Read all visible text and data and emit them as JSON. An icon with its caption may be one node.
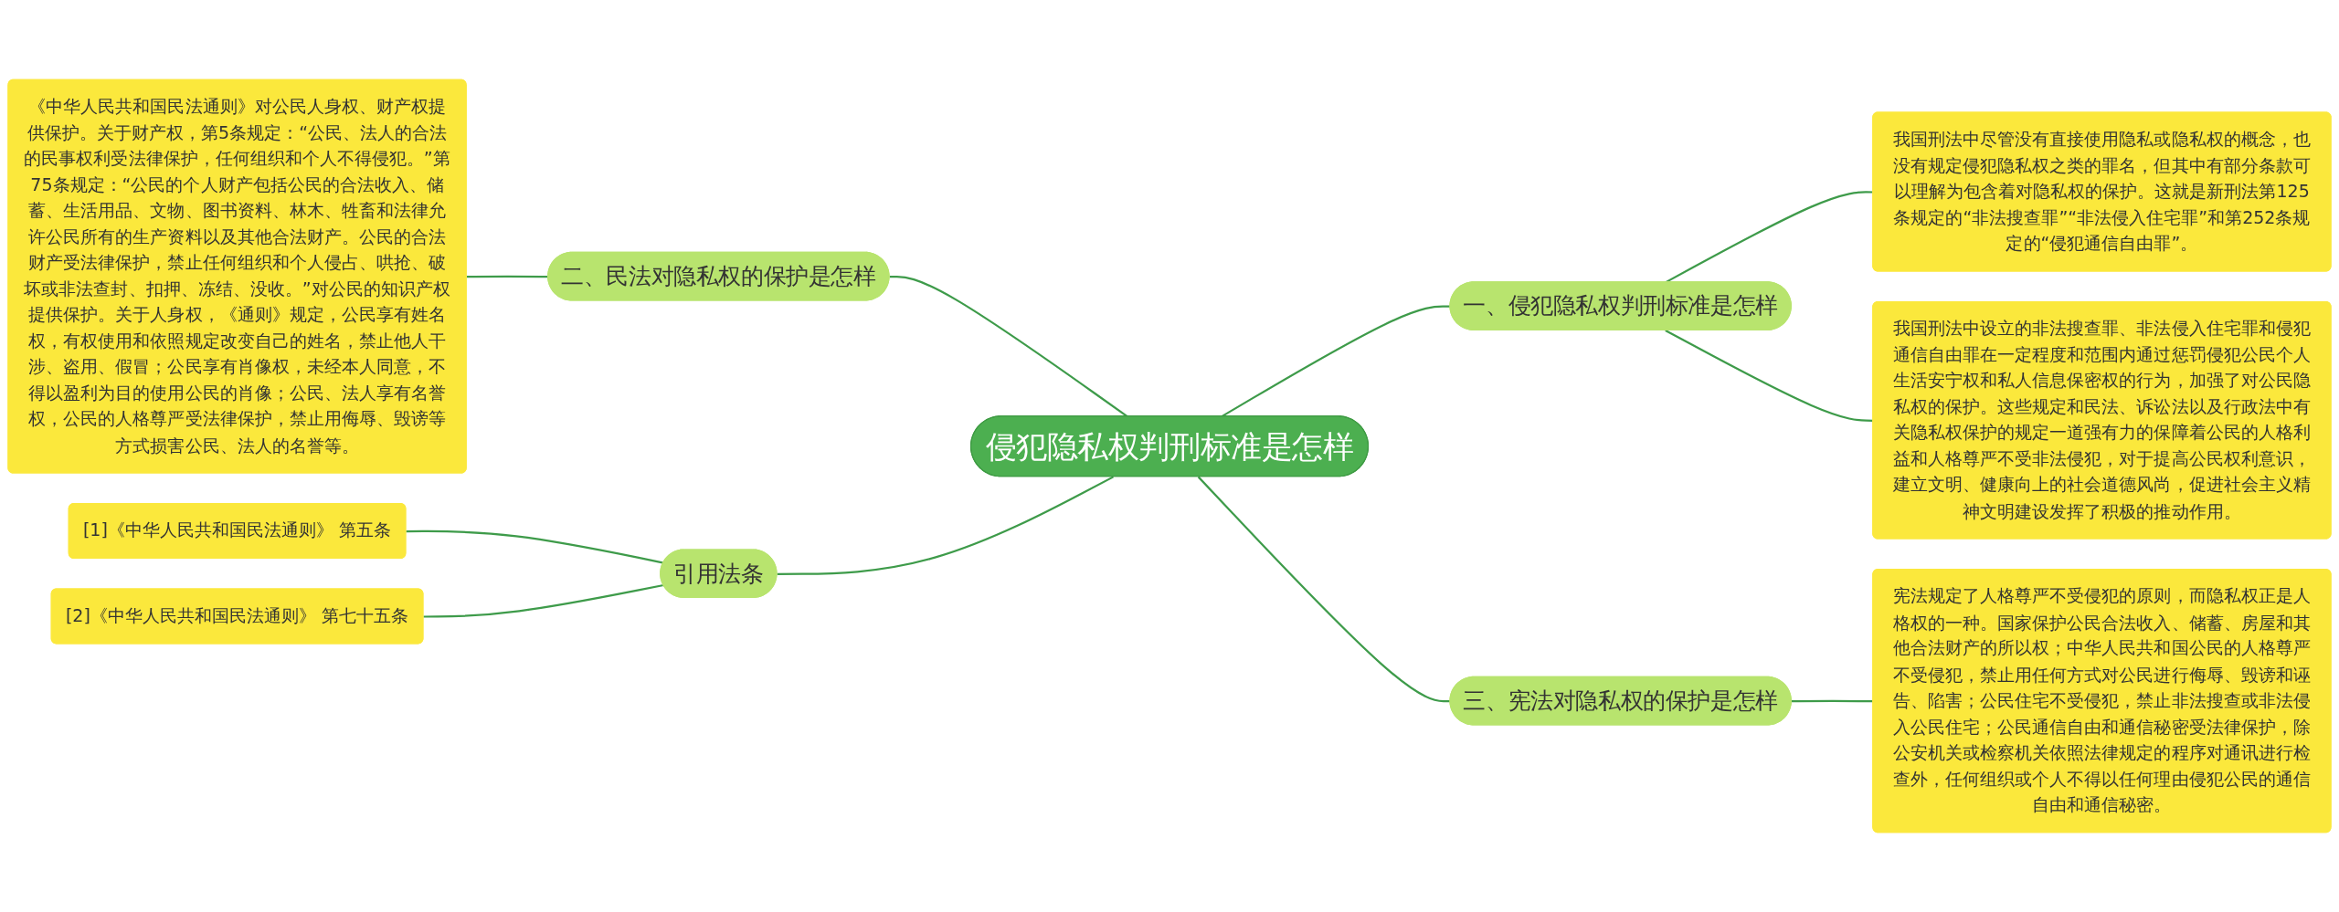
{
  "diagram": {
    "nodes": [
      {
        "text": [
          "侵犯隐私权判刑标准是怎样"
        ]
      },
      {
        "text": [
          "一、侵犯隐私权判刑标准是怎样"
        ]
      },
      {
        "text": [
          "我国刑法中尽管没有直接使用隐私或隐私权的概念，也没有规定侵犯隐私权之类的罪名，但其中有部分条款可以理解为包含着对隐私权的保护。这就是新刑法第125条规定的“非法搜查罪”“非法侵入住宅罪”和第252条规定的“侵犯通信自由罪”。"
        ]
      },
      {
        "text": [
          "我国刑法中设立的非法搜查罪、非法侵入住宅罪和侵犯通信自由罪在一定程度和范围内通过惩罚侵犯公民个人生活安宁权和私人信息保密权的行为，加强了对公民隐私权的保护。这些规定和民法、诉讼法以及行政法中有关隐私权保护的规定一道强有力的保障着公民的人格利益和人格尊严不受非法侵犯，对于提高公民权利意识，建立文明、健康向上的社会道德风尚，促进社会主义精神文明建设发挥了积极的推动作用。"
        ]
      },
      {
        "text": [
          "三、宪法对隐私权的保护是怎样"
        ]
      },
      {
        "text": [
          "宪法规定了人格尊严不受侵犯的原则，而隐私权正是人格权的一种。国家保护公民合法收入、储蓄、房屋和其他合法财产的所以权；中华人民共和国公民的人格尊严不受侵犯，禁止用任何方式对公民进行侮辱、毁谤和诬告、陷害；公民住宅不受侵犯，禁止非法搜查或非法侵入公民住宅；公民通信自由和通信秘密受法律保护，除公安机关或检察机关依照法律规定的程序对通讯进行检查外，任何组织或个人不得以任何理由侵犯公民的通信自由和通信秘密。"
        ]
      },
      {
        "text": [
          "二、民法对隐私权的保护是怎样"
        ]
      },
      {
        "text": [
          "《中华人民共和国民法通则》对公民人身权、财产权提供保护。关于财产权，第5条规定：“公民、法人的合法的民事权利受法律保护，任何组织和个人不得侵犯。”第75条规定：“公民的个人财产包括公民的合法收入、储蓄、生活用品、文物、图书资料、林木、牲畜和法律允许公民所有的生产资料以及其他合法财产。公民的合法财产受法律保护，禁止任何组织和个人侵占、哄抢、破坏或非法查封、扣押、冻结、没收。”对公民的知识产权提供保护。关于人身权，《通则》规定，公民享有姓名权，有权使用和依照规定改变自己的姓名，禁止他人干涉、盗用、假冒；公民享有肖像权，未经本人同意，不得以盈利为目的使用公民的肖像；公民、法人享有名誉权，公民的人格尊严受法律保护，禁止用侮辱、毁谤等方式损害公民、法人的名誉等。"
        ]
      },
      {
        "text": [
          "引用法条"
        ]
      },
      {
        "text": [
          "[1]《中华人民共和国民法通则》 第五条"
        ]
      },
      {
        "text": [
          "[2]《中华人民共和国民法通则》 第七十五条"
        ]
      }
    ],
    "edges": [
      {
        "from": 0,
        "to": 1,
        "arrow": "none"
      },
      {
        "from": 1,
        "to": 2,
        "arrow": "none"
      },
      {
        "from": 1,
        "to": 3,
        "arrow": "none"
      },
      {
        "from": 0,
        "to": 4,
        "arrow": "none"
      },
      {
        "from": 4,
        "to": 5,
        "arrow": "none"
      },
      {
        "from": 0,
        "to": 6,
        "arrow": "none"
      },
      {
        "from": 6,
        "to": 7,
        "arrow": "none"
      },
      {
        "from": 0,
        "to": 8,
        "arrow": "none"
      },
      {
        "from": 8,
        "to": 9,
        "arrow": "none"
      },
      {
        "from": 8,
        "to": 10,
        "arrow": "none"
      }
    ]
  }
}
